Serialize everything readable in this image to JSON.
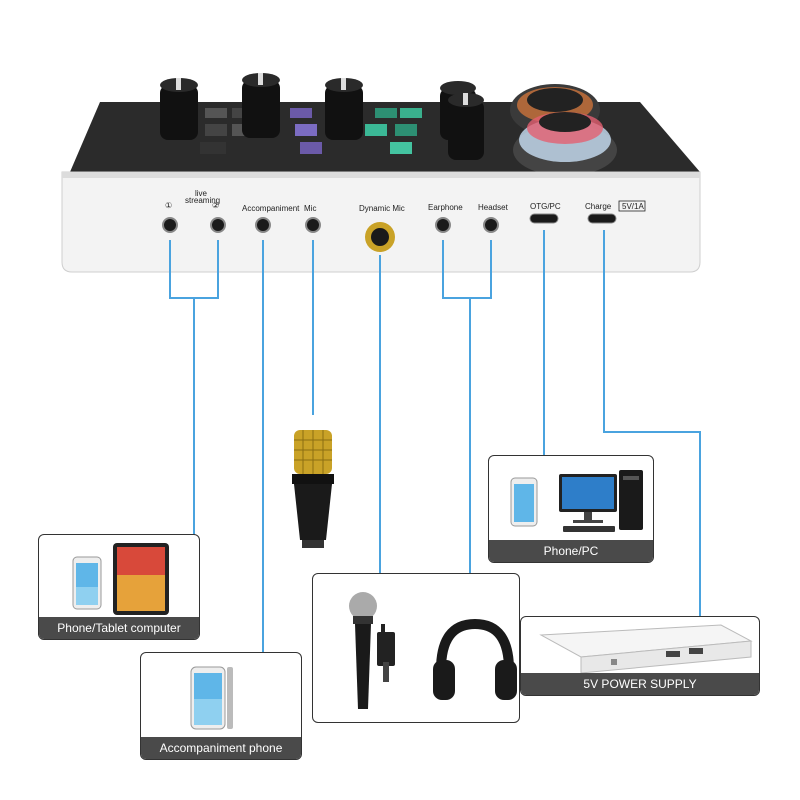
{
  "device": {
    "port_labels": {
      "live_streaming_1": "①",
      "live_streaming_2": "②",
      "live_streaming_top": "live",
      "live_streaming_sub": "streaming",
      "accompaniment": "Accompaniment",
      "mic": "Mic",
      "dynamic_mic": "Dynamic Mic",
      "earphone": "Earphone",
      "headset": "Headset",
      "otg_pc": "OTG/PC",
      "charge": "Charge",
      "charge_rating": "5V/1A"
    }
  },
  "cards": {
    "phone_tablet": "Phone/Tablet computer",
    "accompaniment_phone": "Accompaniment phone",
    "phone_pc": "Phone/PC",
    "power_supply": "5V POWER SUPPLY"
  },
  "colors": {
    "connector_line": "#4aa3df",
    "caption_bg": "#4a4a4a",
    "device_body": "#f3f3f3",
    "mic_gold": "#c9a227"
  }
}
